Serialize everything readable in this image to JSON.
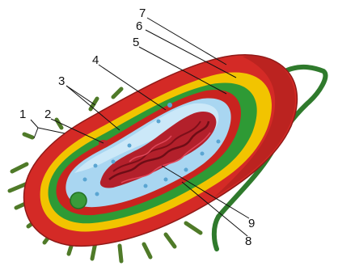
{
  "diagram": {
    "callouts": [
      {
        "id": "1",
        "label": "1"
      },
      {
        "id": "2",
        "label": "2"
      },
      {
        "id": "3",
        "label": "3"
      },
      {
        "id": "4",
        "label": "4"
      },
      {
        "id": "5",
        "label": "5"
      },
      {
        "id": "6",
        "label": "6"
      },
      {
        "id": "7",
        "label": "7"
      },
      {
        "id": "8",
        "label": "8"
      },
      {
        "id": "9",
        "label": "9"
      }
    ],
    "colors": {
      "capsule": "#d42a26",
      "capsule_dark": "#a51d1b",
      "cell_wall": "#f2c400",
      "plasma_membrane": "#2e9a35",
      "cytoplasm": "#a9d6f1",
      "cytoplasm_light": "#d3ecfa",
      "nucleoid": "#b3202b",
      "flagellum": "#2f7a2c",
      "pili": "#4f7a28",
      "ribosome": "#5aa5d2"
    }
  }
}
